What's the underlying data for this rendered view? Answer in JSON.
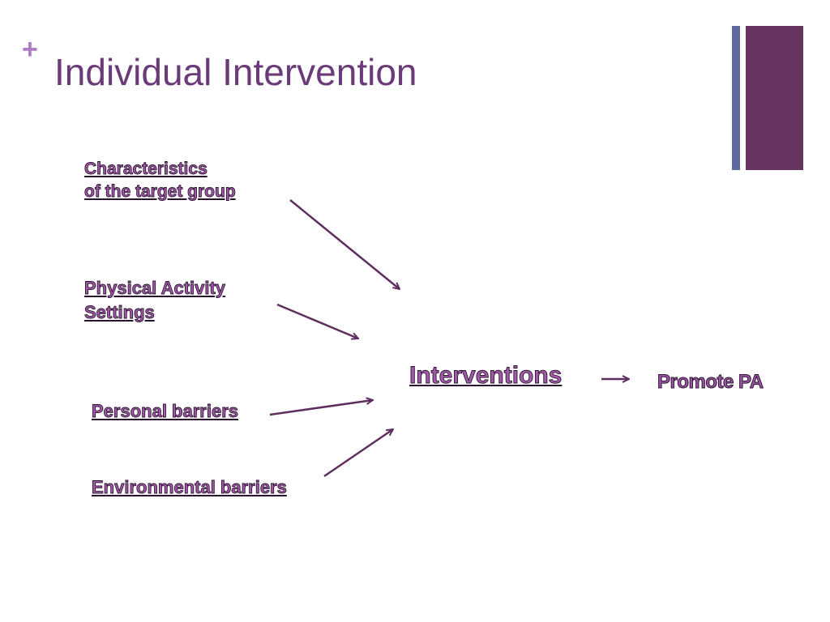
{
  "slide": {
    "plus_glyph": "+",
    "title": "Individual Intervention"
  },
  "diagram": {
    "inputs": {
      "characteristics": "Characteristics\nof the target group",
      "settings": "Physical Activity\nSettings",
      "personal_barriers": "Personal barriers",
      "environmental_barriers": "Environmental barriers"
    },
    "center": "Interventions",
    "outcome": "Promote PA"
  },
  "colors": {
    "title": "#6b3a78",
    "accent_plus": "#b07cc6",
    "node_fill": "#a25aa8",
    "arrow": "#5e2f5e",
    "bar_thin": "#5d6a9e",
    "bar_thick": "#66345f"
  }
}
